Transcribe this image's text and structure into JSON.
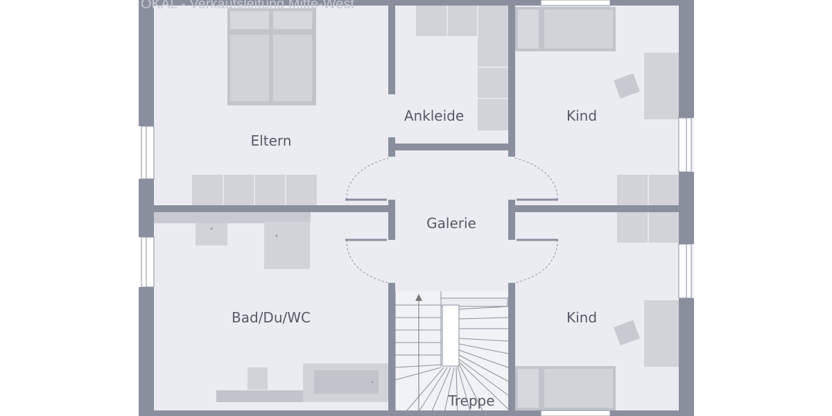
{
  "watermark": "OKAL - Verkaufsleitung Mitte-West",
  "rooms": {
    "eltern": "Eltern",
    "ankleide": "Ankleide",
    "kind_top": "Kind",
    "galerie": "Galerie",
    "bad": "Bad/Du/WC",
    "kind_bottom": "Kind",
    "treppe": "Treppe"
  },
  "colors": {
    "wall": "#8a8f9e",
    "floor": "#ebecf1",
    "furniture": "#d2d3d9",
    "furniture_dark": "#c2c4cb",
    "label": "#555a66"
  }
}
